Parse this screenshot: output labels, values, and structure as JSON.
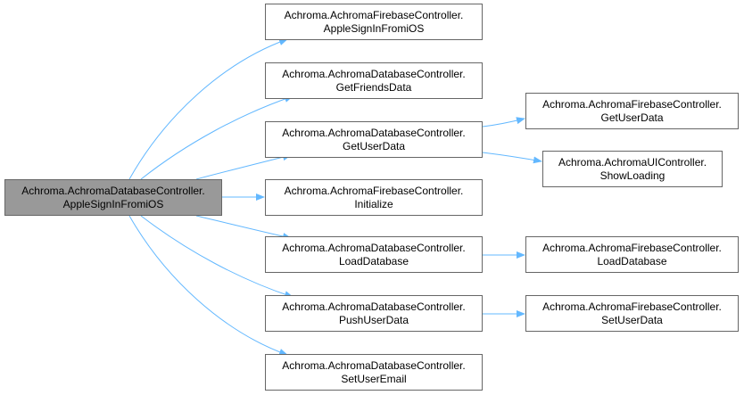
{
  "graph": {
    "root": {
      "line1": "Achroma.AchromaDatabaseController.",
      "line2": "AppleSignInFromiOS"
    },
    "nodes": [
      {
        "line1": "Achroma.AchromaFirebaseController.",
        "line2": "AppleSignInFromiOS"
      },
      {
        "line1": "Achroma.AchromaDatabaseController.",
        "line2": "GetFriendsData"
      },
      {
        "line1": "Achroma.AchromaDatabaseController.",
        "line2": "GetUserData"
      },
      {
        "line1": "Achroma.AchromaFirebaseController.",
        "line2": "Initialize"
      },
      {
        "line1": "Achroma.AchromaDatabaseController.",
        "line2": "LoadDatabase"
      },
      {
        "line1": "Achroma.AchromaDatabaseController.",
        "line2": "PushUserData"
      },
      {
        "line1": "Achroma.AchromaDatabaseController.",
        "line2": "SetUserEmail"
      },
      {
        "line1": "Achroma.AchromaFirebaseController.",
        "line2": "GetUserData"
      },
      {
        "line1": "Achroma.AchromaUIController.",
        "line2": "ShowLoading"
      },
      {
        "line1": "Achroma.AchromaFirebaseController.",
        "line2": "LoadDatabase"
      },
      {
        "line1": "Achroma.AchromaFirebaseController.",
        "line2": "SetUserData"
      }
    ]
  },
  "colors": {
    "edge": "#63b8ff",
    "node_border": "#666666",
    "root_fill": "#999999",
    "node_fill": "#ffffff"
  }
}
